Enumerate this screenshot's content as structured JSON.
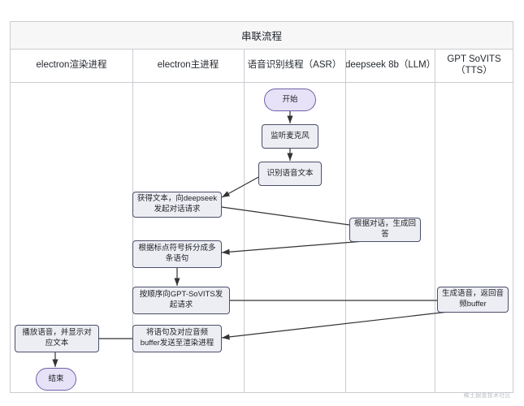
{
  "diagram": {
    "title": "串联流程",
    "lanes": [
      {
        "label": "electron渲染进程"
      },
      {
        "label": "electron主进程"
      },
      {
        "label": "语音识别线程（ASR）"
      },
      {
        "label": "deepseek 8b（LLM）"
      },
      {
        "label": "GPT SoVITS（TTS）"
      }
    ],
    "nodes": [
      {
        "id": "start",
        "label": "开始",
        "lane": 2,
        "shape": "terminal"
      },
      {
        "id": "listen",
        "label": "监听麦克风",
        "lane": 2,
        "shape": "process"
      },
      {
        "id": "recognize",
        "label": "识别语音文本",
        "lane": 2,
        "shape": "process"
      },
      {
        "id": "get_text",
        "label": "获得文本，向deepseek发起对话请求",
        "lane": 1,
        "shape": "process"
      },
      {
        "id": "llm_answer",
        "label": "根据对话，生成回答",
        "lane": 3,
        "shape": "process"
      },
      {
        "id": "split",
        "label": "根据标点符号拆分成多条语句",
        "lane": 1,
        "shape": "process"
      },
      {
        "id": "tts_request",
        "label": "按顺序向GPT-SoVITS发起请求",
        "lane": 1,
        "shape": "process"
      },
      {
        "id": "tts_gen",
        "label": "生成语音，返回音频buffer",
        "lane": 4,
        "shape": "process"
      },
      {
        "id": "send_render",
        "label": "将语句及对应音频buffer发送至渲染进程",
        "lane": 1,
        "shape": "process"
      },
      {
        "id": "play",
        "label": "播放语音，并显示对应文本",
        "lane": 0,
        "shape": "process"
      },
      {
        "id": "end",
        "label": "结束",
        "lane": 0,
        "shape": "terminal"
      }
    ],
    "edges": [
      {
        "from": "start",
        "to": "listen"
      },
      {
        "from": "listen",
        "to": "recognize"
      },
      {
        "from": "recognize",
        "to": "get_text"
      },
      {
        "from": "get_text",
        "to": "llm_answer"
      },
      {
        "from": "llm_answer",
        "to": "split"
      },
      {
        "from": "split",
        "to": "tts_request"
      },
      {
        "from": "tts_request",
        "to": "tts_gen"
      },
      {
        "from": "tts_gen",
        "to": "send_render"
      },
      {
        "from": "send_render",
        "to": "play"
      },
      {
        "from": "play",
        "to": "end"
      }
    ],
    "colors": {
      "node_fill": "#eceef4",
      "node_stroke": "#4c4f69",
      "terminal_fill": "#e7e2f7",
      "terminal_stroke": "#6f62a8",
      "lane_border": "#c9ccd1",
      "title_band": "#f7f7f8",
      "edge": "#333333"
    }
  },
  "watermark": {
    "text": "稀土掘金技术社区"
  }
}
